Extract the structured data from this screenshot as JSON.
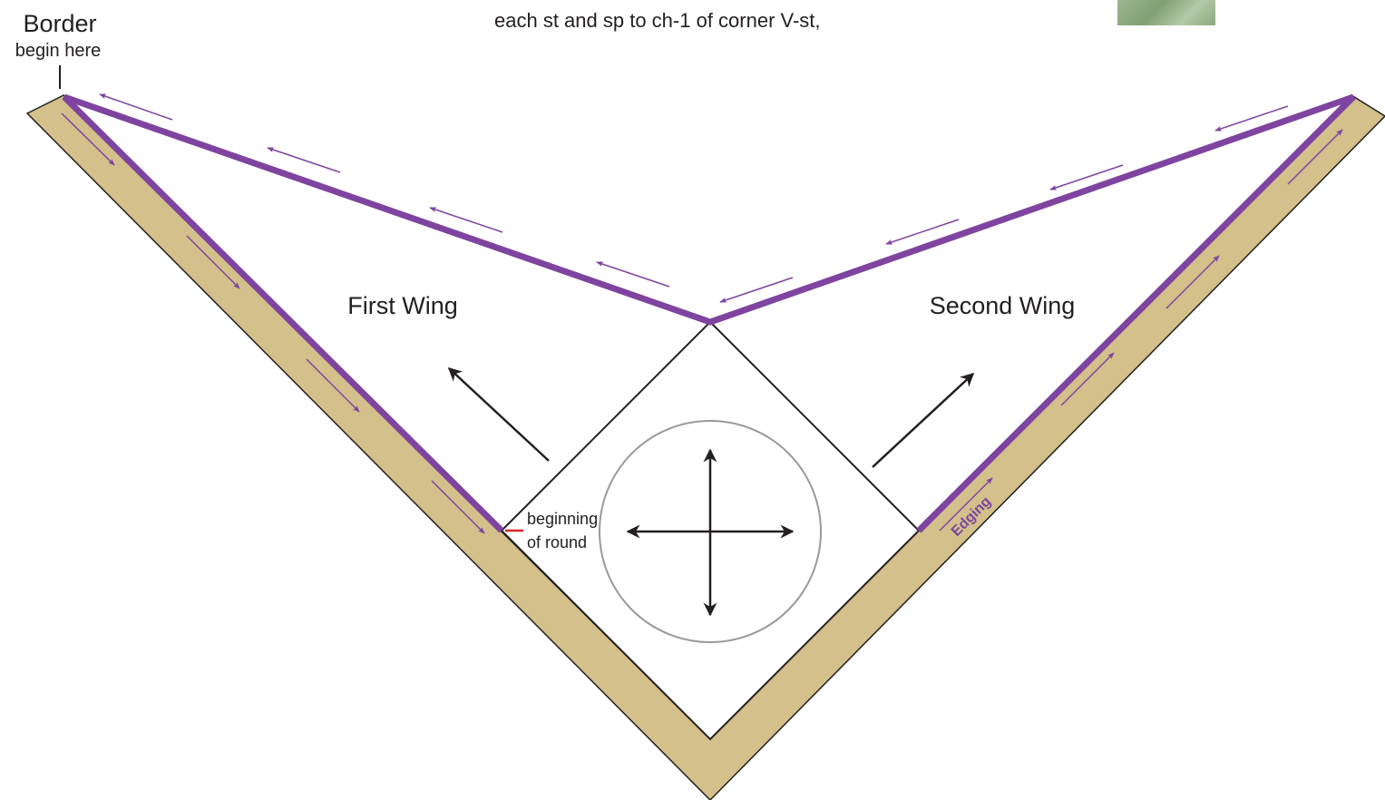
{
  "instruction_text": "each st and sp to ch-1 of corner V-st,",
  "border_label": "Border",
  "border_sublabel": "begin here",
  "first_wing_label": "First Wing",
  "second_wing_label": "Second Wing",
  "beginning_label_line1": "beginning",
  "beginning_label_line2": "of round",
  "edging_label": "Edging",
  "colors": {
    "border_band": "#d3c08a",
    "path_purple": "#7e44a0",
    "outline": "#231f20",
    "circle_outline": "#9a9a9a",
    "start_marker": "#d9232a",
    "thumbnail_green": "#8aa97c"
  }
}
